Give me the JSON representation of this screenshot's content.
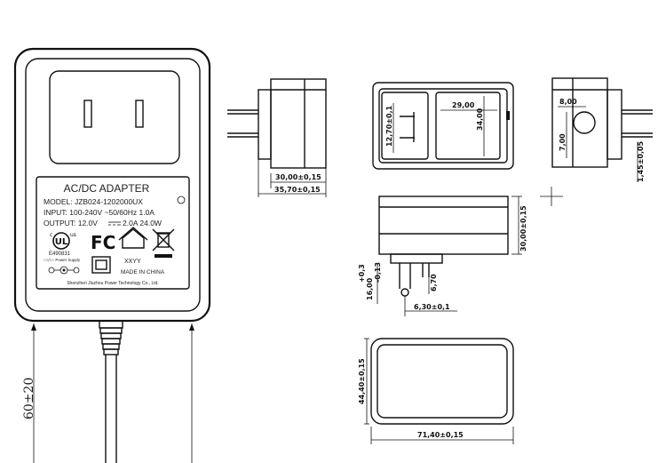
{
  "label": {
    "title": "AC/DC ADAPTER",
    "model": "MODEL: JZB024-1202000UX",
    "input": "INPUT: 100-240V ~50/60Hz 1.0A",
    "output_left": "OUTPUT: 12.0V",
    "output_right": "2.0A  24.0W",
    "ul_code": "E490831",
    "small_left": "○○/○○ Power Supply",
    "date_code": "XXYY",
    "made_in": "MADE IN CHINA",
    "company": "Shenzhen Jiuzhou Power Technology Co., Ltd."
  },
  "dimensions": {
    "side_inner": "30,00±0,15",
    "side_outer": "35,70±0,15",
    "top_width": "29,00",
    "top_height": "34,00",
    "plug_width": "12,70±0,1",
    "right_pin_width": "8,00",
    "right_pin_height": "7,00",
    "right_pin_thick": "1,45±0,05",
    "bottom_height": "30,00±0,15",
    "pin_length": "16,00",
    "pin_tol_plus": "+0,3",
    "pin_tol_minus": "-0,13",
    "pin_spacing": "6,70",
    "pin_offset": "6,30±0,1",
    "base_height": "44,40±0,15",
    "base_width": "71,40±0,15",
    "cable_length": "60±20"
  },
  "icons": [
    "ul-mark-icon",
    "fcc-logo-icon",
    "home-icon",
    "weee-bin-icon",
    "polarity-icon",
    "double-insulation-icon"
  ]
}
